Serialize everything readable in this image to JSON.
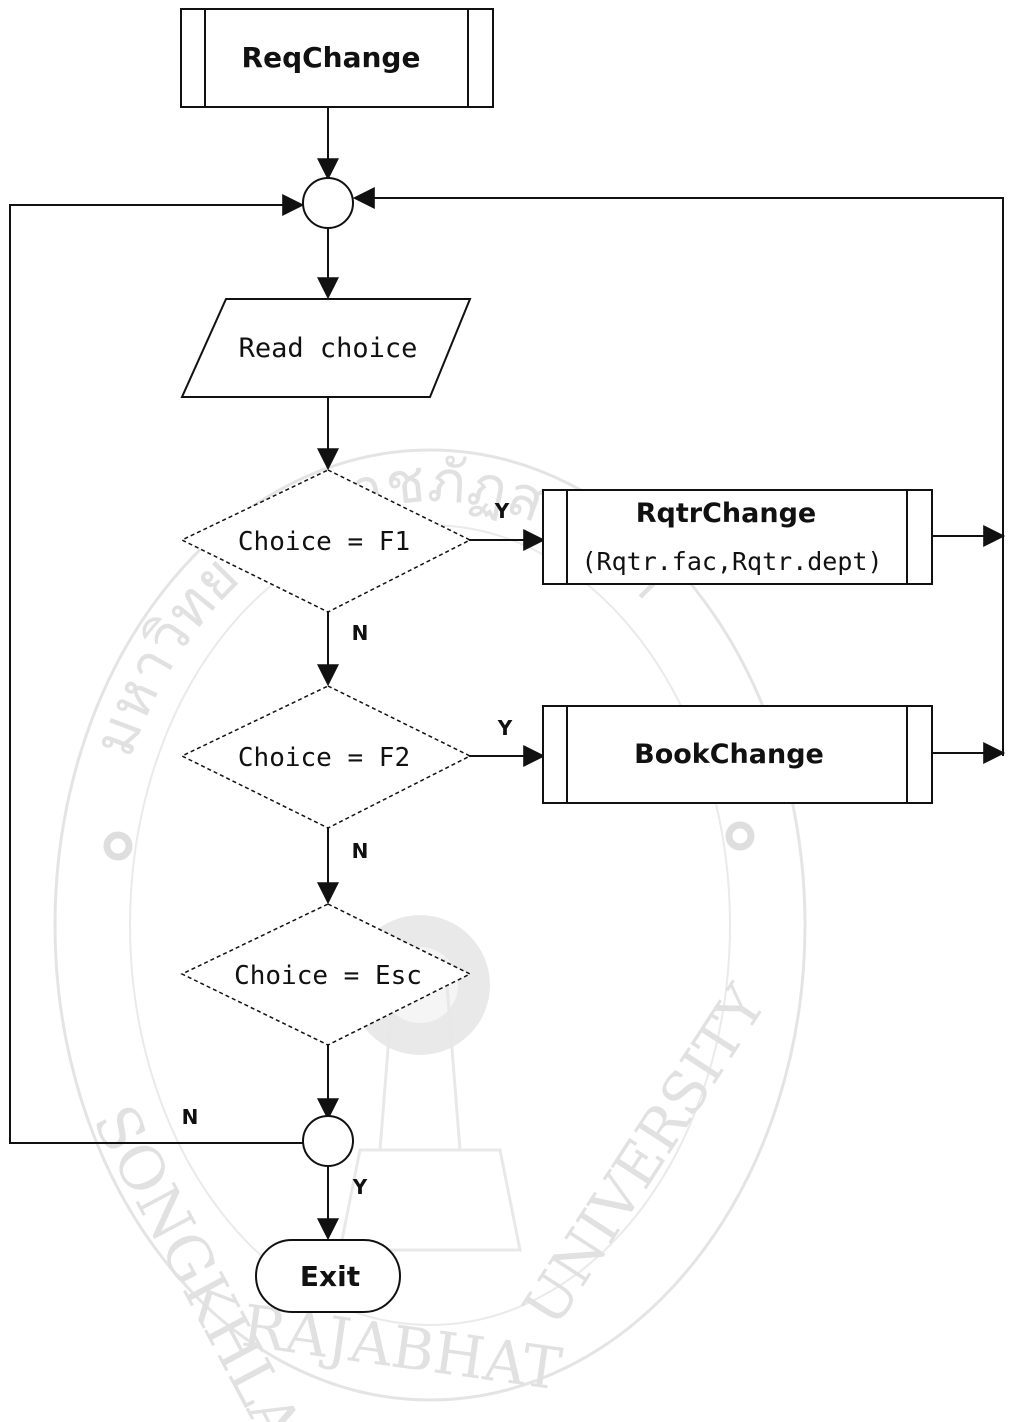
{
  "flowchart": {
    "start_module": "ReqChange",
    "input_step": "Read choice",
    "decisions": [
      "Choice = F1",
      "Choice = F2",
      "Choice = Esc"
    ],
    "subroutines": [
      {
        "name": "RqtrChange",
        "args": "(Rqtr.fac,Rqtr.dept)"
      },
      {
        "name": "BookChange"
      }
    ],
    "terminal": "Exit",
    "branch_labels": {
      "yes": "Y",
      "no": "N"
    }
  },
  "watermark": {
    "text_left": "SONGKHLA",
    "text_bottom": "RAJABHAT",
    "text_right": "UNIVERSITY",
    "thai_arc": "มหาวิทยาลัยราชภัฏสงขลา"
  }
}
